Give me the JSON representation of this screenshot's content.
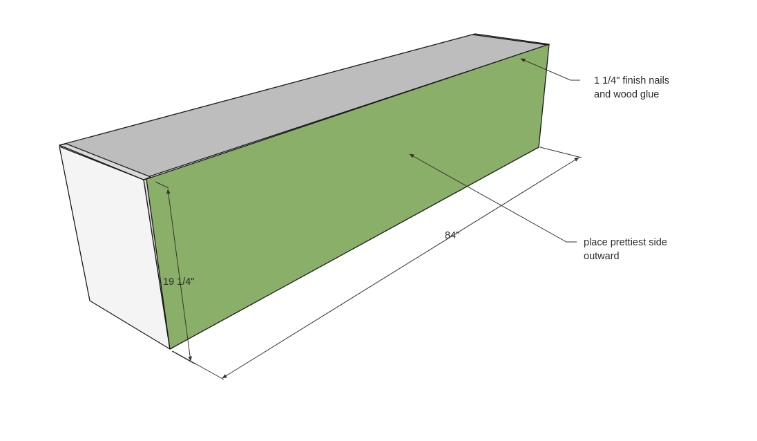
{
  "diagram": {
    "colors": {
      "front_panel": "#8aaf68",
      "top_panel": "#bdbdbd",
      "end_panel": "#f4f4f4",
      "edge_strip": "#d9d9d9",
      "lines": "#1a1a1a"
    },
    "dimensions": {
      "height_label": "19 1/4\"",
      "length_label": "84\""
    },
    "callouts": {
      "nails_line1": "1 1/4\" finish nails",
      "nails_line2": "and wood glue",
      "pretty_line1": "place prettiest side",
      "pretty_line2": "outward"
    }
  }
}
